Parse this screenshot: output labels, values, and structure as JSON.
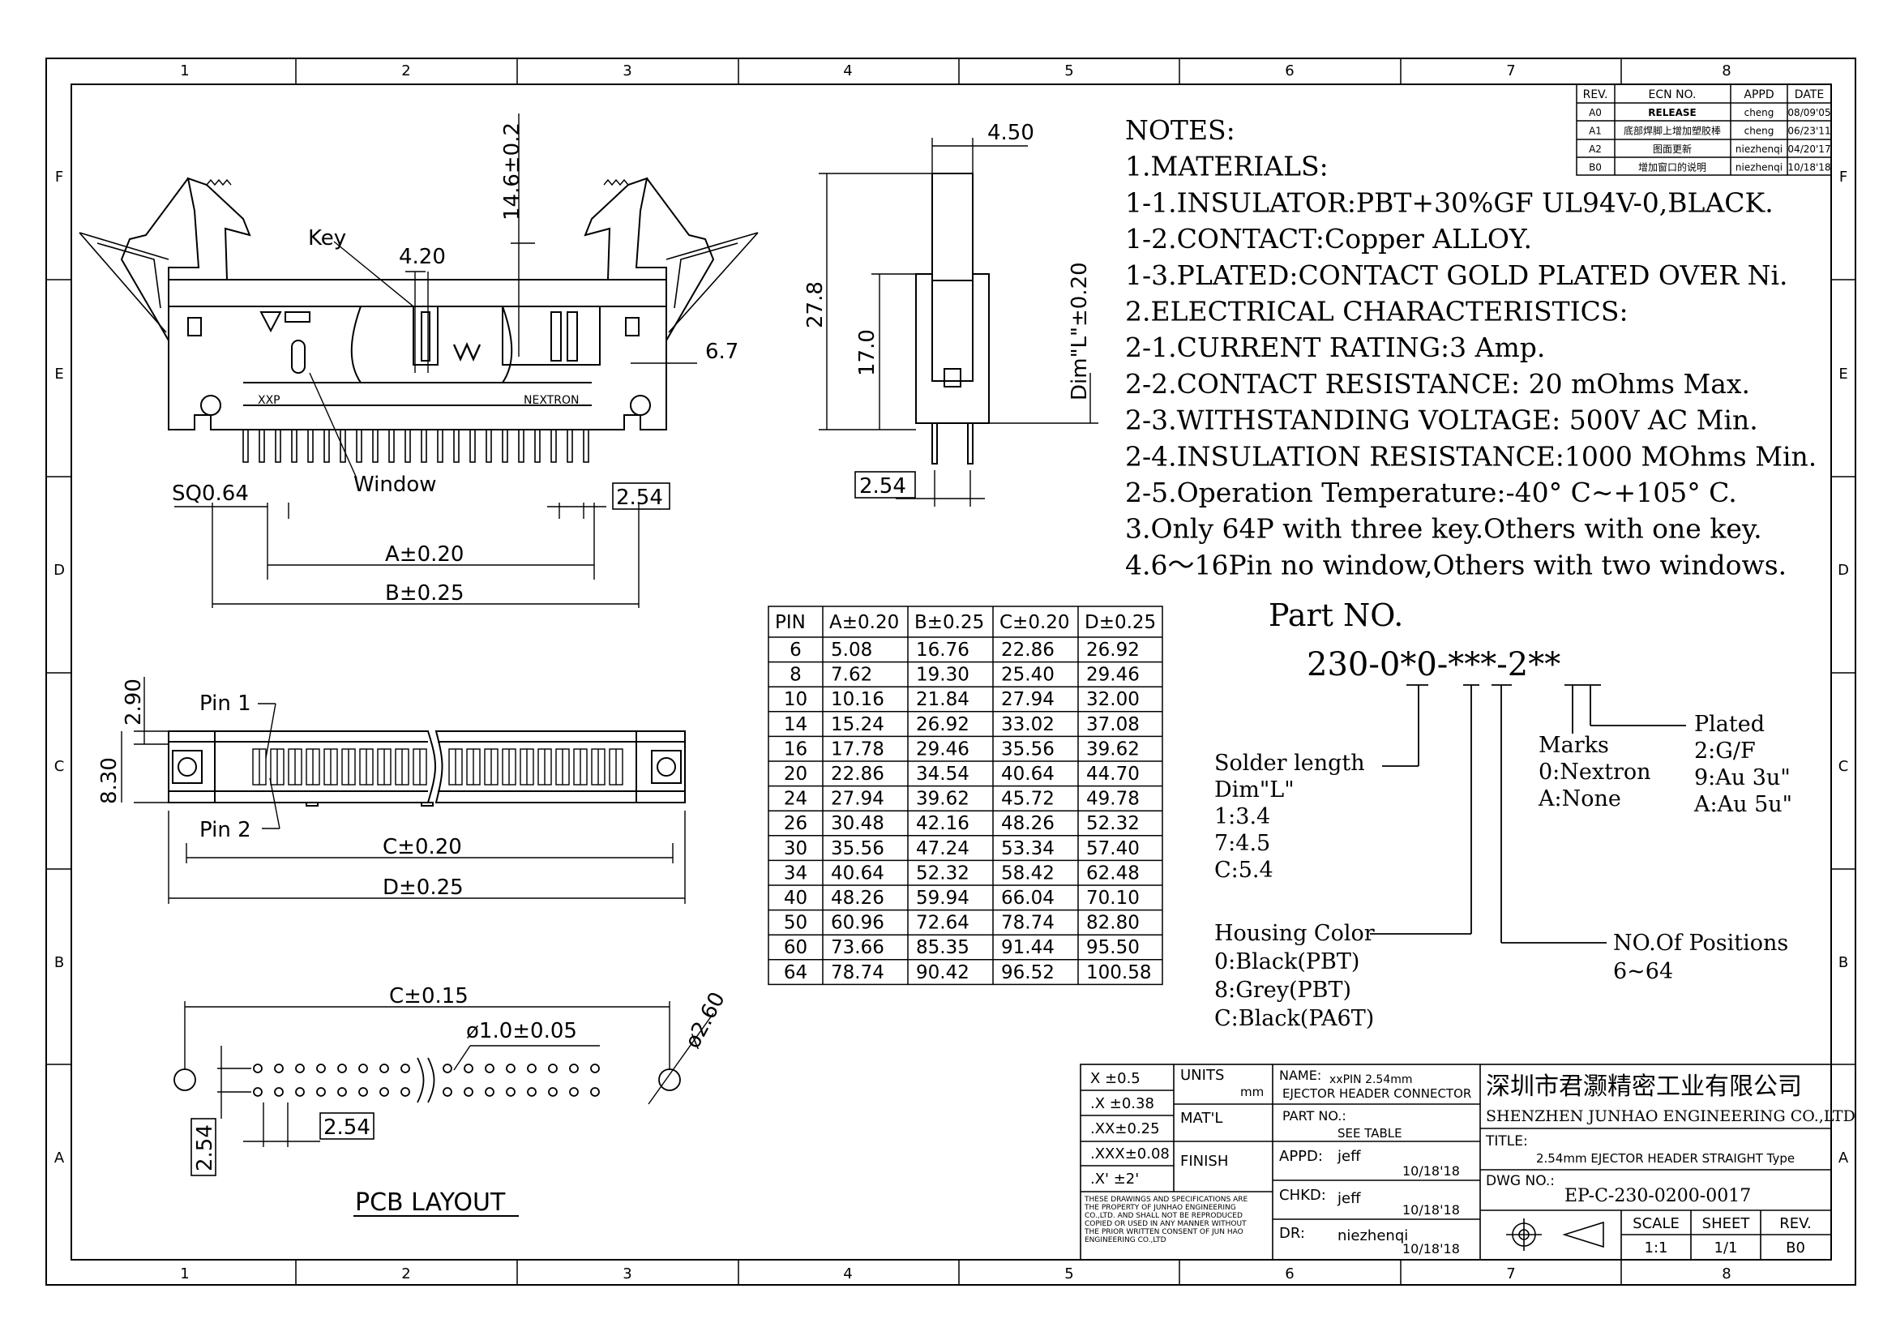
{
  "frame": {
    "columns": [
      "1",
      "2",
      "3",
      "4",
      "5",
      "6",
      "7",
      "8"
    ],
    "rows": [
      "F",
      "E",
      "D",
      "C",
      "B",
      "A"
    ]
  },
  "revisions": {
    "headers": [
      "REV.",
      "ECN NO.",
      "APPD",
      "DATE"
    ],
    "rows": [
      [
        "A0",
        "RELEASE",
        "cheng",
        "08/09'05"
      ],
      [
        "A1",
        "底部焊脚上增加塑胶棒",
        "cheng",
        "06/23'11"
      ],
      [
        "A2",
        "图面更新",
        "niezhenqi",
        "04/20'17"
      ],
      [
        "B0",
        "增加窗口的说明",
        "niezhenqi",
        "10/18'18"
      ]
    ]
  },
  "notes": [
    "NOTES:",
    "1.MATERIALS:",
    " 1-1.INSULATOR:PBT+30%GF UL94V-0,BLACK.",
    " 1-2.CONTACT:Copper ALLOY.",
    " 1-3.PLATED:CONTACT GOLD PLATED OVER Ni.",
    "2.ELECTRICAL CHARACTERISTICS:",
    " 2-1.CURRENT RATING:3 Amp.",
    " 2-2.CONTACT RESISTANCE: 20 mOhms Max.",
    " 2-3.WITHSTANDING VOLTAGE: 500V AC Min.",
    " 2-4.INSULATION RESISTANCE:1000 MOhms Min.",
    " 2-5.Operation Temperature:-40° C~+105° C.",
    "3.Only 64P with three key.Others with one key.",
    "4.6～16Pin no window,Others with two windows."
  ],
  "front_view": {
    "key": "Key",
    "dim_420": "4.20",
    "dim_146": "14.6±0.2",
    "dim_67": "6.7",
    "sq": "SQ0.64",
    "window": "Window",
    "pitch": "2.54",
    "a": "A±0.20",
    "b": "B±0.25",
    "mark_left": "XXP",
    "mark_right": "NEXTRON"
  },
  "side_view": {
    "dim_450": "4.50",
    "dim_278": "27.8",
    "dim_170": "17.0",
    "dim_l": "Dim\"L\"±0.20",
    "pitch": "2.54"
  },
  "top_view": {
    "dim_290": "2.90",
    "dim_830": "8.30",
    "pin1": "Pin 1",
    "pin2": "Pin 2",
    "c": "C±0.20",
    "d": "D±0.25"
  },
  "pcb": {
    "c": "C±0.15",
    "hole": "ø1.0±0.05",
    "mount": "ø2.60",
    "pitch_h": "2.54",
    "pitch_v": "2.54",
    "title": "PCB LAYOUT"
  },
  "dim_table": {
    "headers": [
      "PIN",
      "A±0.20",
      "B±0.25",
      "C±0.20",
      "D±0.25"
    ],
    "rows": [
      [
        "6",
        "5.08",
        "16.76",
        "22.86",
        "26.92"
      ],
      [
        "8",
        "7.62",
        "19.30",
        "25.40",
        "29.46"
      ],
      [
        "10",
        "10.16",
        "21.84",
        "27.94",
        "32.00"
      ],
      [
        "14",
        "15.24",
        "26.92",
        "33.02",
        "37.08"
      ],
      [
        "16",
        "17.78",
        "29.46",
        "35.56",
        "39.62"
      ],
      [
        "20",
        "22.86",
        "34.54",
        "40.64",
        "44.70"
      ],
      [
        "24",
        "27.94",
        "39.62",
        "45.72",
        "49.78"
      ],
      [
        "26",
        "30.48",
        "42.16",
        "48.26",
        "52.32"
      ],
      [
        "30",
        "35.56",
        "47.24",
        "53.34",
        "57.40"
      ],
      [
        "34",
        "40.64",
        "52.32",
        "58.42",
        "62.48"
      ],
      [
        "40",
        "48.26",
        "59.94",
        "66.04",
        "70.10"
      ],
      [
        "50",
        "60.96",
        "72.64",
        "78.74",
        "82.80"
      ],
      [
        "60",
        "73.66",
        "85.35",
        "91.44",
        "95.50"
      ],
      [
        "64",
        "78.74",
        "90.42",
        "96.52",
        "100.58"
      ]
    ]
  },
  "part_no": {
    "title": "Part NO.",
    "code": "230-0*0-***-2**",
    "solder_title": "Solder length",
    "solder_lines": [
      "Dim\"L\"",
      "1:3.4",
      "7:4.5",
      "C:5.4"
    ],
    "marks_title": "Marks",
    "marks_lines": [
      "0:Nextron",
      "A:None"
    ],
    "plated_title": "Plated",
    "plated_lines": [
      "2:G/F",
      "9:Au 3u\"",
      "A:Au 5u\""
    ],
    "housing_title": "Housing Color",
    "housing_lines": [
      "0:Black(PBT)",
      "8:Grey(PBT)",
      "C:Black(PA6T)"
    ],
    "positions_title": "NO.Of Positions",
    "positions_range": "6~64"
  },
  "title_block": {
    "tolerances": [
      "X ±0.5",
      ".X ±0.38",
      ".XX±0.25",
      ".XXX±0.08",
      ".X' ±2'"
    ],
    "units_label": "UNITS",
    "units_value": "mm",
    "matl_label": "MAT'L",
    "finish_label": "FINISH",
    "name_label": "NAME:",
    "name_line1": "xxPIN 2.54mm",
    "name_line2": "EJECTOR HEADER CONNECTOR",
    "partno_label": "PART NO.:",
    "partno_value": "SEE TABLE",
    "appd_label": "APPD:",
    "appd_name": "jeff",
    "appd_date": "10/18'18",
    "chkd_label": "CHKD:",
    "chkd_name": "jeff",
    "chkd_date": "10/18'18",
    "dr_label": "DR:",
    "dr_name": "niezhenqi",
    "dr_date": "10/18'18",
    "company_cn": "深圳市君灏精密工业有限公司",
    "company_en": "SHENZHEN JUNHAO ENGINEERING CO.,LTD",
    "title_label": "TITLE:",
    "title_value": "2.54mm EJECTOR HEADER STRAIGHT Type",
    "dwg_label": "DWG NO.:",
    "dwg_value": "EP-C-230-0200-0017",
    "scale_label": "SCALE",
    "scale_value": "1:1",
    "sheet_label": "SHEET",
    "sheet_value": "1/1",
    "rev_label": "REV.",
    "rev_value": "B0",
    "disclaimer": [
      "THESE DRAWINGS AND SPECIFICATIONS ARE",
      "THE PROPERTY OF JUNHAO ENGINEERING",
      "CO.,LTD. AND SHALL NOT BE REPRODUCED",
      "COPIED OR USED IN ANY MANNER WITHOUT",
      "THE PRIOR WRITTEN CONSENT OF JUN HAO",
      "ENGINEERING CO.,LTD"
    ]
  }
}
